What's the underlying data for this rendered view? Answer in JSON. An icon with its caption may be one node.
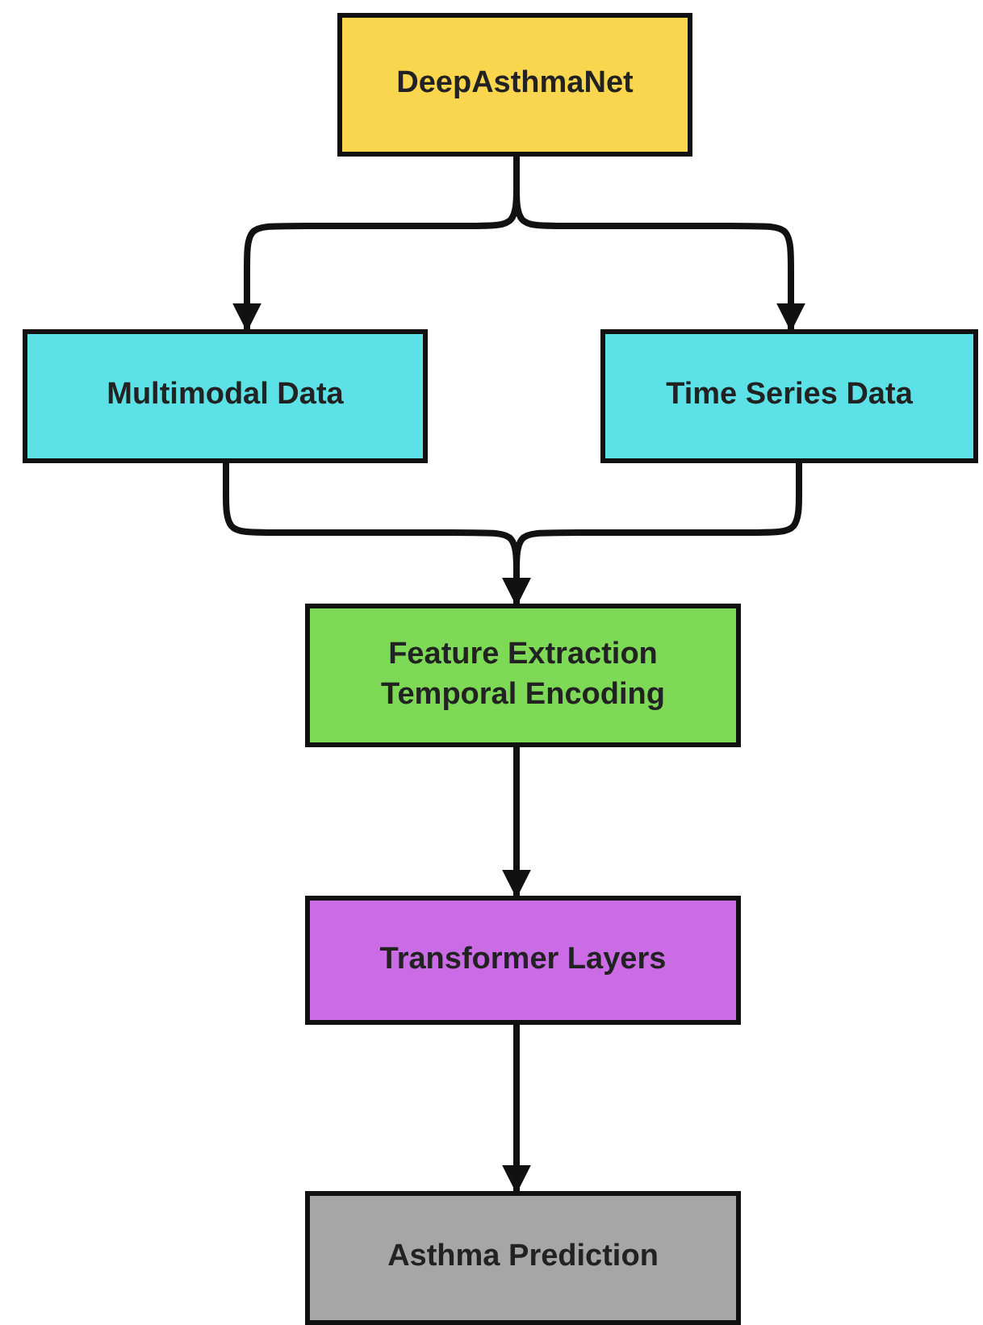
{
  "diagram": {
    "nodes": [
      {
        "text": [
          "DeepAsthmaNet"
        ]
      },
      {
        "text": [
          "Multimodal Data"
        ]
      },
      {
        "text": [
          "Time Series Data"
        ]
      },
      {
        "text": [
          "Feature Extraction Temporal Encoding"
        ]
      },
      {
        "text": [
          "Transformer Layers"
        ]
      },
      {
        "text": [
          "Asthma Prediction"
        ]
      }
    ],
    "edges": [
      {
        "from": 0,
        "to": 1,
        "arrow": "to"
      },
      {
        "from": 0,
        "to": 2,
        "arrow": "to"
      },
      {
        "from": 1,
        "to": 3,
        "arrow": "to"
      },
      {
        "from": 2,
        "to": 3,
        "arrow": "to"
      },
      {
        "from": 3,
        "to": 4,
        "arrow": "to"
      },
      {
        "from": 4,
        "to": 5,
        "arrow": "to"
      }
    ]
  }
}
